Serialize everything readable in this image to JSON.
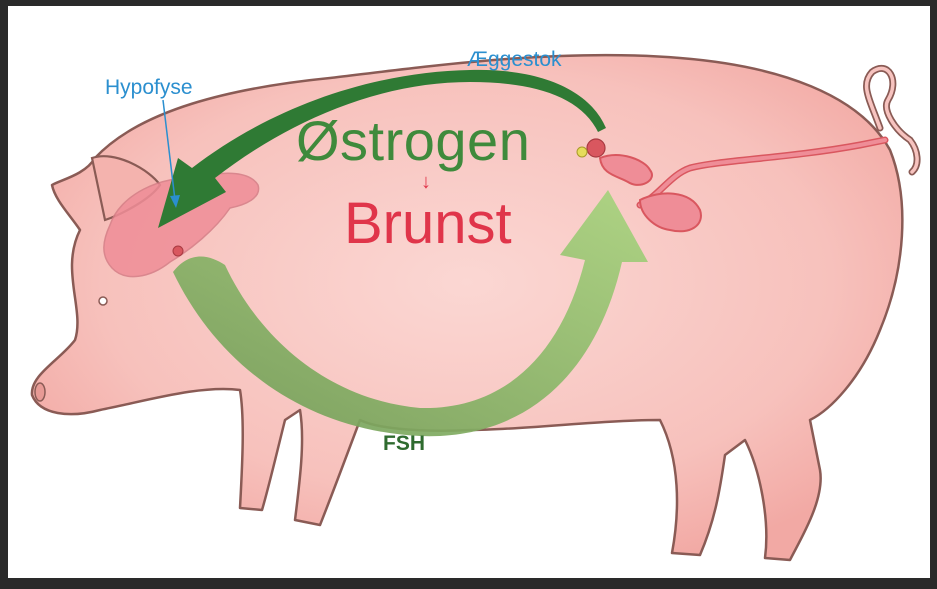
{
  "labels": {
    "hypofyse": "Hypofyse",
    "aeggestok": "Æggestok",
    "ostrogen": "Østrogen",
    "down_arrow": "↓",
    "brunst": "Brunst",
    "fsh": "FSH"
  },
  "colors": {
    "pig_skin": "#f7c3bf",
    "pig_outline": "#8a5b55",
    "organ": "#ef8d97",
    "organ_dark": "#d9575f",
    "estrogen_arrow": "#2f7a34",
    "fsh_arrow": "#8fbf6b",
    "label_blue": "#2b8fcf",
    "brunst_red": "#e0354a"
  },
  "icons": {
    "subject": "pig-illustration",
    "estrogen_arrow": "curved-arrow-left",
    "fsh_arrow": "curved-arrow-up"
  }
}
